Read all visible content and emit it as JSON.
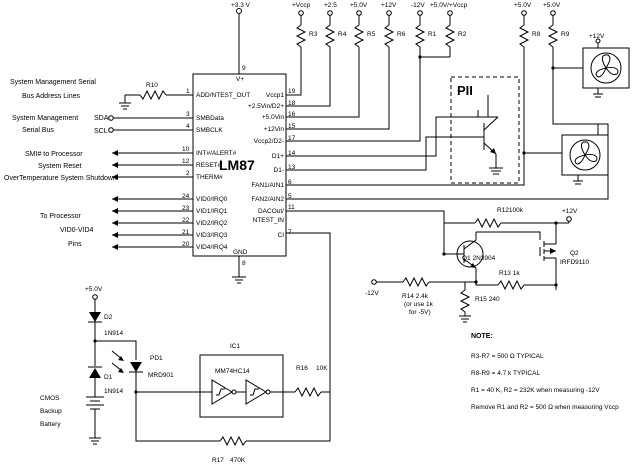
{
  "chip": {
    "name": "LM87",
    "vplus": "V+",
    "gnd": "GND",
    "left_pins": [
      {
        "num": "1",
        "name": "ADD/NTEST_OUT"
      },
      {
        "num": "3",
        "name": "SMBData"
      },
      {
        "num": "4",
        "name": "SMBCLK"
      },
      {
        "num": "10",
        "name": "INT#/ALERT#"
      },
      {
        "num": "12",
        "name": "RESET#"
      },
      {
        "num": "2",
        "name": "THERM#"
      },
      {
        "num": "24",
        "name": "VID0/IRQ0"
      },
      {
        "num": "23",
        "name": "VID1/IRQ1"
      },
      {
        "num": "22",
        "name": "VID2/IRQ2"
      },
      {
        "num": "21",
        "name": "VID3/IRQ3"
      },
      {
        "num": "20",
        "name": "VID4/IRQ4"
      }
    ],
    "right_pins": [
      {
        "num": "19",
        "name": "Vccp1"
      },
      {
        "num": "18",
        "name": "+2.5Vin/D2+"
      },
      {
        "num": "16",
        "name": "+5.0Vin"
      },
      {
        "num": "15",
        "name": "+12Vin"
      },
      {
        "num": "17",
        "name": "Vccp2/D2-"
      },
      {
        "num": "14",
        "name": "D1+"
      },
      {
        "num": "13",
        "name": "D1-"
      },
      {
        "num": "6",
        "name": "FAN1/AIN1"
      },
      {
        "num": "5",
        "name": "FAN2/AIN2"
      },
      {
        "num": "11",
        "name": "DACOut/"
      },
      {
        "num": "",
        "name": "NTEST_IN"
      },
      {
        "num": "7",
        "name": "CI"
      }
    ],
    "pin9": "9",
    "pin8": "8"
  },
  "left_labels": {
    "bus_addr_1": "System Management Serial",
    "bus_addr_2": "Bus Address Lines",
    "smb_1": "System Management",
    "smb_2": "Serial Bus",
    "sda": "SDA",
    "scl": "SCL",
    "smi": "SMI# to Processor",
    "reset": "System Reset",
    "ots": "OverTemperature System Shutdown",
    "to_proc": "To Processor",
    "vid": "VID0-VID4",
    "pins": "Pins"
  },
  "supplies": {
    "v33": "+3.3 V",
    "vccp": "+Vccp",
    "v25": "+2.5",
    "v50": "+5.0V",
    "v12": "+12V",
    "vm12": "-12V",
    "v50vccp": "+5.0V/+Vccp",
    "fan_5a": "+5.0V",
    "fan_5b": "+5.0V",
    "fan_12": "+12V",
    "q2_12": "+12V",
    "bottom_m12": "-12V",
    "cmos_5": "+5.0V"
  },
  "resistors": {
    "r3": "R3",
    "r4": "R4",
    "r5": "R5",
    "r6": "R6",
    "r1": "R1",
    "r2": "R2",
    "r8": "R8",
    "r9": "R9",
    "r10": "R10",
    "r12": "R12100k",
    "r13": "R13 1k",
    "r14_1": "R14 2.4k",
    "r14_2": "(or use 1k",
    "r14_3": "for -5V)",
    "r15": "R15 240",
    "r16": "R16",
    "r16v": "10K",
    "r17": "R17",
    "r17v": "470K"
  },
  "parts": {
    "pii": "PII",
    "q1": "Q1 2N3904",
    "q2": "Q2",
    "q2v": "IRFD9110",
    "d2": "D2",
    "d2v": "1N914",
    "d1": "D1",
    "d1v": "1N914",
    "pd1": "PD1",
    "pd1v": "MRD901",
    "ic1": "IC1",
    "ic1v": "MM74HC14",
    "cmos_1": "CMOS",
    "cmos_2": "Backup",
    "cmos_3": "Battery"
  },
  "notes": {
    "title": "NOTE:",
    "n1": "R3-R7 = 500 Ω TYPICAL",
    "n2": "R8-R9 = 4.7 k TYPICAL",
    "n3": "R1 = 40 K, R2 = 232K  when measuring -12V",
    "n4": "Remove R1  and  R2 = 500 Ω when measuring Vccp"
  }
}
